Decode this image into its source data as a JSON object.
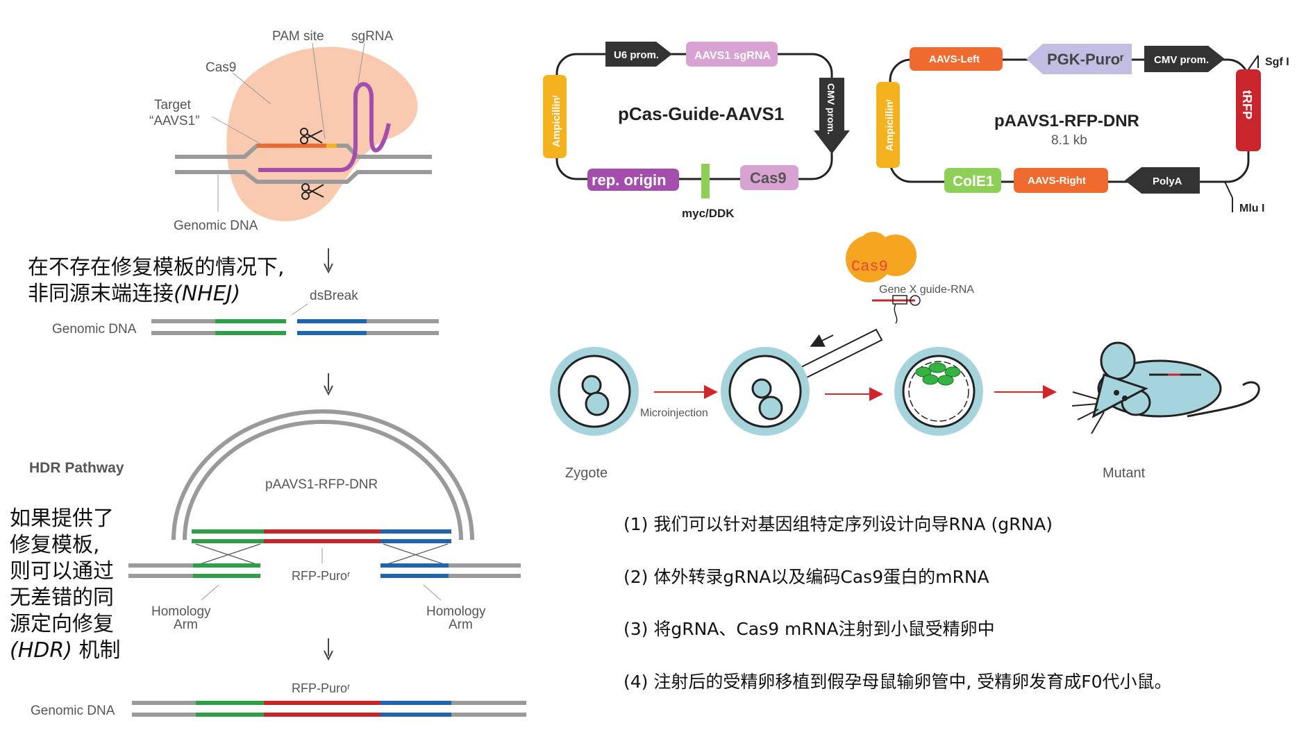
{
  "crispr": {
    "pam_site": "PAM site",
    "sgrna": "sgRNA",
    "cas9": "Cas9",
    "target_line1": "Target",
    "target_line2": "“AAVS1”",
    "genomic_dna": "Genomic DNA"
  },
  "nhej": {
    "desc_line1": "在不存在修复模板的情况下,",
    "desc_line2_cn": "非同源末端连接",
    "desc_line2_abbr": "(NHEJ)",
    "dsbreak": "dsBreak",
    "genomic_dna": "Genomic DNA"
  },
  "hdr": {
    "pathway_title": "HDR Pathway",
    "desc_lines": [
      "如果提供了",
      "修复模板,",
      "则可以通过",
      "无差错的同",
      "源定向修复"
    ],
    "desc_abbr": "(HDR)",
    "desc_tail": " 机制",
    "donor_plasmid": "pAAVS1-RFP-DNR",
    "insert_label": "RFP-Puroʳ",
    "homology_left_1": "Homology",
    "homology_left_2": "Arm",
    "homology_right_1": "Homology",
    "homology_right_2": "Arm",
    "result_insert": "RFP-Puroʳ",
    "genomic_dna": "Genomic DNA"
  },
  "plasmid1": {
    "name": "pCas-Guide-AAVS1",
    "u6": "U6 prom.",
    "sgrna": "AAVS1 sgRNA",
    "cmv": "CMV prom.",
    "amp": "Ampicillinʳ",
    "rep": "rep. origin",
    "cas9": "Cas9",
    "tag": "myc/DDK"
  },
  "plasmid2": {
    "name": "pAAVS1-RFP-DNR",
    "size": "8.1 kb",
    "aavs_left": "AAVS-Left",
    "pgk": "PGK-Puroʳ",
    "cmv": "CMV prom.",
    "sgf": "Sgf I",
    "trfp": "tRFP",
    "amp": "Ampicillinʳ",
    "cole1": "ColE1",
    "aavs_right": "AAVS-Right",
    "polya": "PolyA",
    "mlu": "Mlu I"
  },
  "injection": {
    "cas9": "Cas9",
    "guide": "Gene X guide-RNA",
    "microinjection": "Microinjection",
    "zygote": "Zygote",
    "mutant": "Mutant"
  },
  "steps": [
    "(1) 我们可以针对基因组特定序列设计向导RNA (gRNA)",
    "(2) 体外转录gRNA以及编码Cas9蛋白的mRNA",
    "(3) 将gRNA、Cas9 mRNA注射到小鼠受精卵中",
    "(4) 注射后的受精卵移植到假孕母鼠输卵管中, 受精卵发育成F0代小鼠。"
  ],
  "colors": {
    "orange": "#ee6a2e",
    "purple": "#a54dac",
    "green": "#2e9e48",
    "blue": "#1e64ae",
    "red": "#c9252d",
    "gray": "#9a9a9a",
    "peach": "#f9c9b0",
    "yellow": "#f5b21f",
    "cell": "#a6d4dc"
  }
}
